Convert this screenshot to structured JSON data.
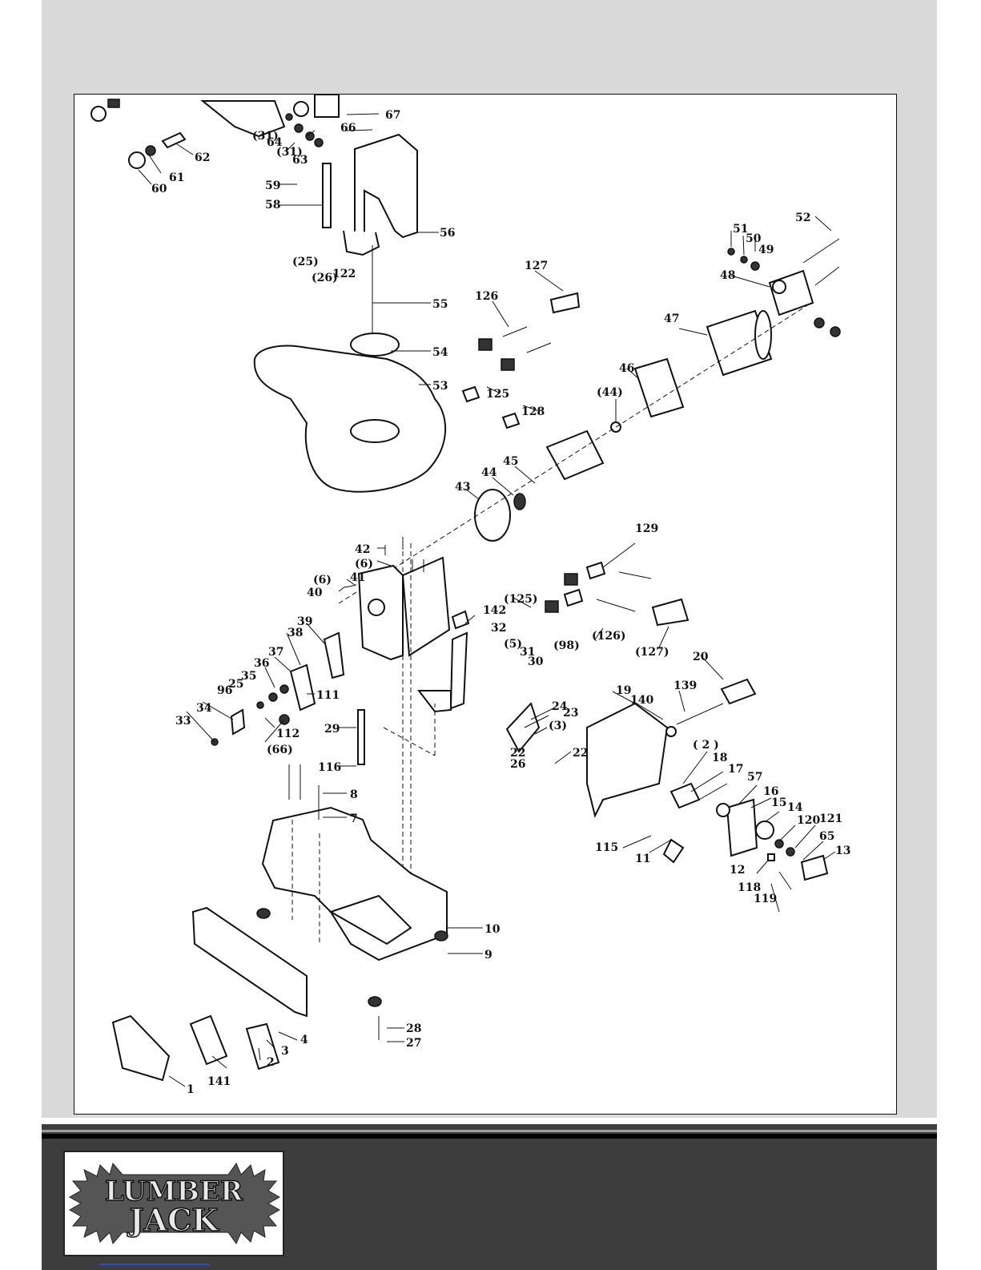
{
  "brand": {
    "logo_line1": "LUMBER",
    "logo_line2": "JACK",
    "colors": {
      "footer": "#3d3d3d",
      "page": "#d9d9d9",
      "frame_border": "#111111"
    }
  },
  "diagram": {
    "callouts": [
      {
        "id": "c67",
        "text": "67"
      },
      {
        "id": "c66",
        "text": "66"
      },
      {
        "id": "c31a",
        "text": "(31)"
      },
      {
        "id": "c64",
        "text": "64"
      },
      {
        "id": "c31b",
        "text": "(31)"
      },
      {
        "id": "c63",
        "text": "63"
      },
      {
        "id": "c62",
        "text": "62"
      },
      {
        "id": "c61",
        "text": "61"
      },
      {
        "id": "c60",
        "text": "60"
      },
      {
        "id": "c59",
        "text": "59"
      },
      {
        "id": "c58",
        "text": "58"
      },
      {
        "id": "c56",
        "text": "56"
      },
      {
        "id": "c25p",
        "text": "(25)"
      },
      {
        "id": "c26p",
        "text": "(26)"
      },
      {
        "id": "c122",
        "text": "122"
      },
      {
        "id": "c55",
        "text": "55"
      },
      {
        "id": "c54",
        "text": "54"
      },
      {
        "id": "c53",
        "text": "53"
      },
      {
        "id": "c127",
        "text": "127"
      },
      {
        "id": "c126",
        "text": "126"
      },
      {
        "id": "c125",
        "text": "125"
      },
      {
        "id": "c128",
        "text": "128"
      },
      {
        "id": "c44p",
        "text": "(44)"
      },
      {
        "id": "c46",
        "text": "46"
      },
      {
        "id": "c47",
        "text": "47"
      },
      {
        "id": "c48",
        "text": "48"
      },
      {
        "id": "c49",
        "text": "49"
      },
      {
        "id": "c50",
        "text": "50"
      },
      {
        "id": "c51",
        "text": "51"
      },
      {
        "id": "c52",
        "text": "52"
      },
      {
        "id": "c45",
        "text": "45"
      },
      {
        "id": "c44",
        "text": "44"
      },
      {
        "id": "c43",
        "text": "43"
      },
      {
        "id": "c42",
        "text": "42"
      },
      {
        "id": "c6a",
        "text": "(6)"
      },
      {
        "id": "c41",
        "text": "41"
      },
      {
        "id": "c6b",
        "text": "(6)"
      },
      {
        "id": "c40",
        "text": "40"
      },
      {
        "id": "c129",
        "text": "129"
      },
      {
        "id": "c125p",
        "text": "(125)"
      },
      {
        "id": "c142",
        "text": "142"
      },
      {
        "id": "c32",
        "text": "32"
      },
      {
        "id": "c5p",
        "text": "(5)"
      },
      {
        "id": "c31",
        "text": "31"
      },
      {
        "id": "c30",
        "text": "30"
      },
      {
        "id": "c98p",
        "text": "(98)"
      },
      {
        "id": "c126p",
        "text": "(126)"
      },
      {
        "id": "c127p",
        "text": "(127)"
      },
      {
        "id": "c39",
        "text": "39"
      },
      {
        "id": "c38",
        "text": "38"
      },
      {
        "id": "c37",
        "text": "37"
      },
      {
        "id": "c36",
        "text": "36"
      },
      {
        "id": "c35",
        "text": "35"
      },
      {
        "id": "c25",
        "text": "25"
      },
      {
        "id": "c96",
        "text": "96"
      },
      {
        "id": "c111",
        "text": "111"
      },
      {
        "id": "c34",
        "text": "34"
      },
      {
        "id": "c33",
        "text": "33"
      },
      {
        "id": "c112",
        "text": "112"
      },
      {
        "id": "c66p",
        "text": "(66)"
      },
      {
        "id": "c29",
        "text": "29"
      },
      {
        "id": "c116",
        "text": "116"
      },
      {
        "id": "c20",
        "text": "20"
      },
      {
        "id": "c139",
        "text": "139"
      },
      {
        "id": "c19",
        "text": "19"
      },
      {
        "id": "c140",
        "text": "140"
      },
      {
        "id": "c24",
        "text": "24"
      },
      {
        "id": "c23",
        "text": "23"
      },
      {
        "id": "c3p",
        "text": "(3)"
      },
      {
        "id": "c22a",
        "text": "22"
      },
      {
        "id": "c26",
        "text": "26"
      },
      {
        "id": "c22",
        "text": "22"
      },
      {
        "id": "c2p",
        "text": "( 2 )"
      },
      {
        "id": "c18",
        "text": "18"
      },
      {
        "id": "c17",
        "text": "17"
      },
      {
        "id": "c57",
        "text": "57"
      },
      {
        "id": "c16",
        "text": "16"
      },
      {
        "id": "c15",
        "text": "15"
      },
      {
        "id": "c14",
        "text": "14"
      },
      {
        "id": "c120",
        "text": "120"
      },
      {
        "id": "c121",
        "text": "121"
      },
      {
        "id": "c65",
        "text": "65"
      },
      {
        "id": "c13",
        "text": "13"
      },
      {
        "id": "c115",
        "text": "115"
      },
      {
        "id": "c11",
        "text": "11"
      },
      {
        "id": "c12",
        "text": "12"
      },
      {
        "id": "c118",
        "text": "118"
      },
      {
        "id": "c119",
        "text": "119"
      },
      {
        "id": "c8",
        "text": "8"
      },
      {
        "id": "c7",
        "text": "7"
      },
      {
        "id": "c10",
        "text": "10"
      },
      {
        "id": "c9",
        "text": "9"
      },
      {
        "id": "c28",
        "text": "28"
      },
      {
        "id": "c27",
        "text": "27"
      },
      {
        "id": "c4",
        "text": "4"
      },
      {
        "id": "c3",
        "text": "3"
      },
      {
        "id": "c2",
        "text": "2"
      },
      {
        "id": "c141",
        "text": "141"
      },
      {
        "id": "c1",
        "text": "1"
      }
    ]
  }
}
